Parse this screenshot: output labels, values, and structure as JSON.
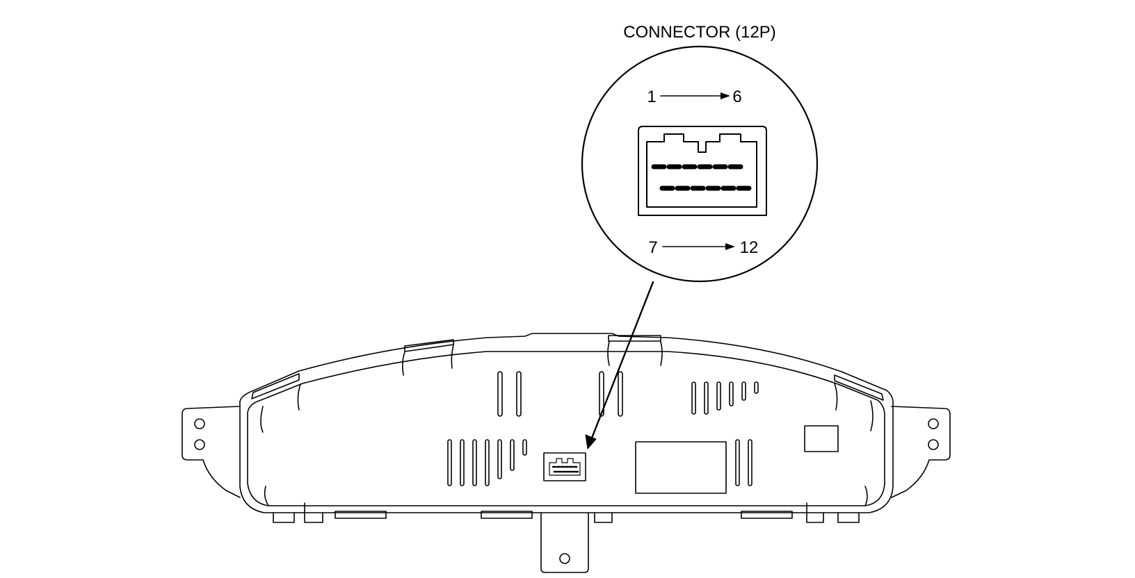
{
  "callout": {
    "title": "CONNECTOR (12P)",
    "top_start": "1",
    "top_end": "6",
    "bottom_start": "7",
    "bottom_end": "12"
  },
  "colors": {
    "line": "#000000",
    "background": "#ffffff"
  }
}
